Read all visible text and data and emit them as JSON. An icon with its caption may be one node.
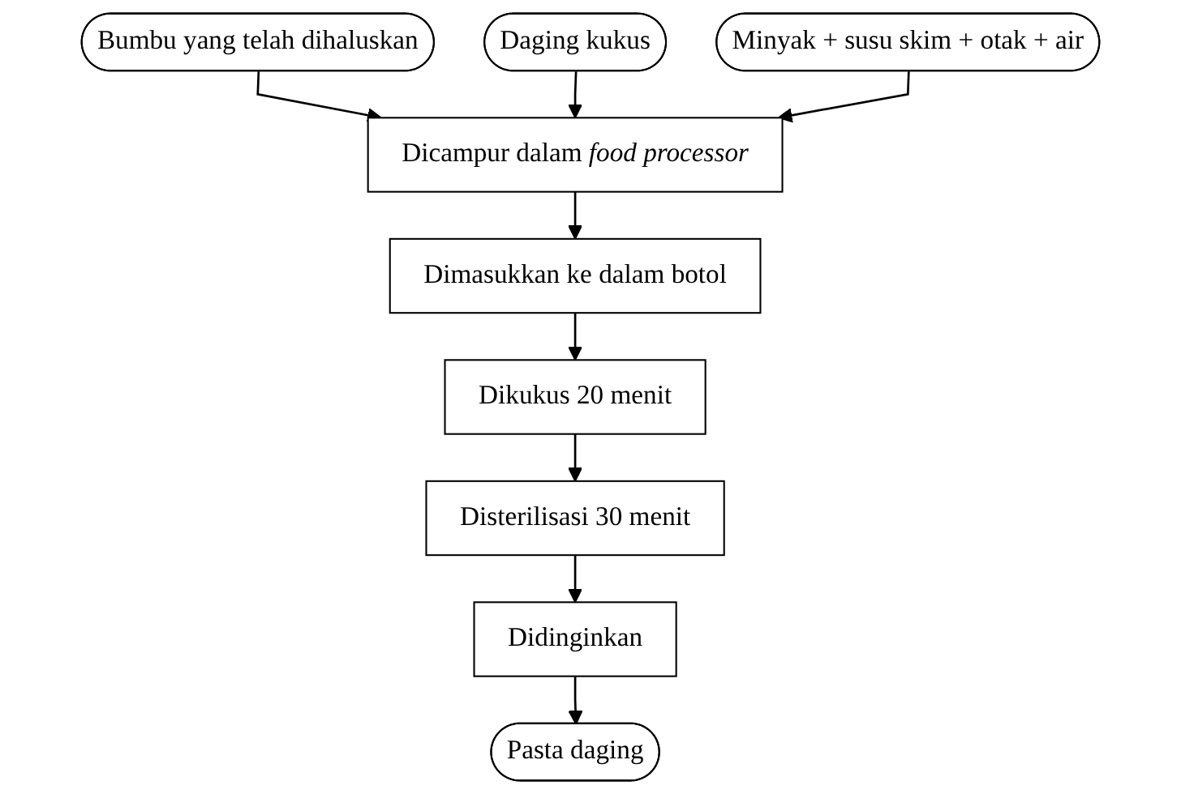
{
  "diagram": {
    "nodes": [
      {
        "text": [
          "Bumbu yang telah dihaluskan"
        ]
      },
      {
        "text": [
          "Daging kukus"
        ]
      },
      {
        "text": [
          "Minyak + susu skim + otak + air"
        ]
      },
      {
        "text": [
          "Dicampur dalam *food processor*"
        ]
      },
      {
        "text": [
          "Dimasukkan ke dalam botol"
        ]
      },
      {
        "text": [
          "Dikukus 20 menit"
        ]
      },
      {
        "text": [
          "Disterilisasi 30 menit"
        ]
      },
      {
        "text": [
          "Didinginkan"
        ]
      },
      {
        "text": [
          "Pasta daging"
        ]
      }
    ],
    "edges": [
      {
        "from": 0,
        "to": 3,
        "arrow": "to"
      },
      {
        "from": 1,
        "to": 3,
        "arrow": "to"
      },
      {
        "from": 2,
        "to": 3,
        "arrow": "to"
      },
      {
        "from": 3,
        "to": 4,
        "arrow": "to"
      },
      {
        "from": 4,
        "to": 5,
        "arrow": "to"
      },
      {
        "from": 5,
        "to": 6,
        "arrow": "to"
      },
      {
        "from": 6,
        "to": 7,
        "arrow": "to"
      },
      {
        "from": 7,
        "to": 8,
        "arrow": "to"
      }
    ]
  }
}
